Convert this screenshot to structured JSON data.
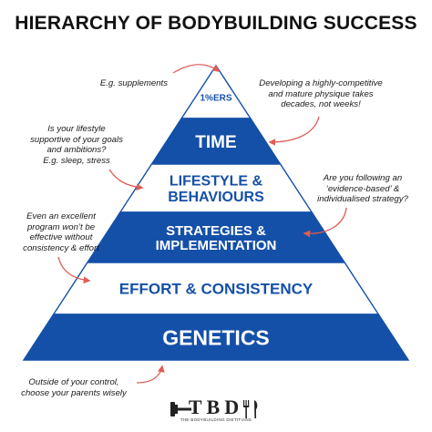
{
  "title": "HIERARCHY OF BODYBUILDING SUCCESS",
  "colors": {
    "blue": "#1450a8",
    "white_band": "#ffffff",
    "outline": "#1450a8",
    "arrow": "#e05c55",
    "text_dark": "#111111"
  },
  "levels": [
    {
      "line1": "1%ERS",
      "line2": "",
      "fill": "white"
    },
    {
      "line1": "TIME",
      "line2": "",
      "fill": "blue"
    },
    {
      "line1": "LIFESTYLE &",
      "line2": "BEHAVIOURS",
      "fill": "white"
    },
    {
      "line1": "STRATEGIES &",
      "line2": "IMPLEMENTATION",
      "fill": "blue"
    },
    {
      "line1": "EFFORT & CONSISTENCY",
      "line2": "",
      "fill": "white"
    },
    {
      "line1": "GENETICS",
      "line2": "",
      "fill": "blue"
    }
  ],
  "notes": {
    "supplements": {
      "lines": [
        "E.g. supplements"
      ]
    },
    "time": {
      "lines": [
        "Developing a highly-competitive",
        "and mature physique takes",
        "decades, not weeks!"
      ]
    },
    "lifestyle": {
      "lines": [
        "Is your lifestyle",
        "supportive of your goals",
        "and ambitions?",
        "E.g. sleep, stress"
      ]
    },
    "strategy": {
      "lines": [
        "Are you following an",
        "‘evidence-based’ &",
        "individualised strategy?"
      ]
    },
    "effort": {
      "lines": [
        "Even an excellent",
        "program won’t be",
        "effective without",
        "consistency & effort"
      ]
    },
    "genetics": {
      "lines": [
        "Outside of your control,",
        "choose your parents wisely"
      ]
    }
  },
  "logo": {
    "letters": "TBD",
    "subtitle": "THE BODYBUILDING DIETITIANS",
    "left_icon": "dumbbell-icon",
    "right_icon": "fork-knife-icon"
  }
}
